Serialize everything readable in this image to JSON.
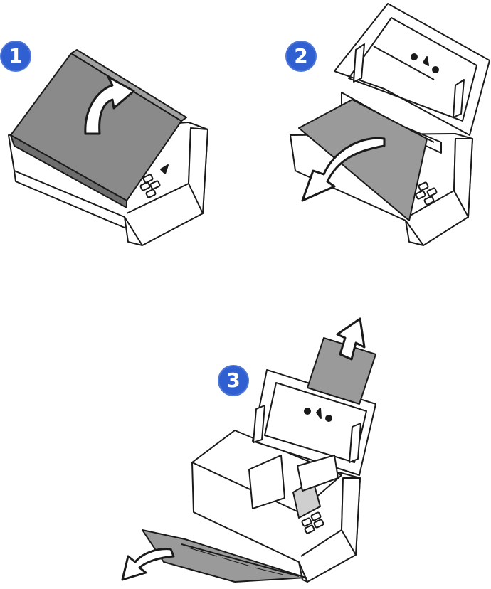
{
  "colors": {
    "badge": "#2f5fd0",
    "outline": "#1a1a1a",
    "cover_gray": "#8a8a8a",
    "tray_gray": "#9a9a9a",
    "arrow_fill": "#ffffff"
  },
  "steps": [
    {
      "number": "1"
    },
    {
      "number": "2"
    },
    {
      "number": "3"
    }
  ],
  "icons": {
    "arrow_up_curved": "curved-arrow-up-icon",
    "arrow_down_curved": "curved-arrow-down-icon",
    "arrow_straight_up": "arrow-up-icon",
    "arrow_out_left": "arrow-out-icon"
  }
}
